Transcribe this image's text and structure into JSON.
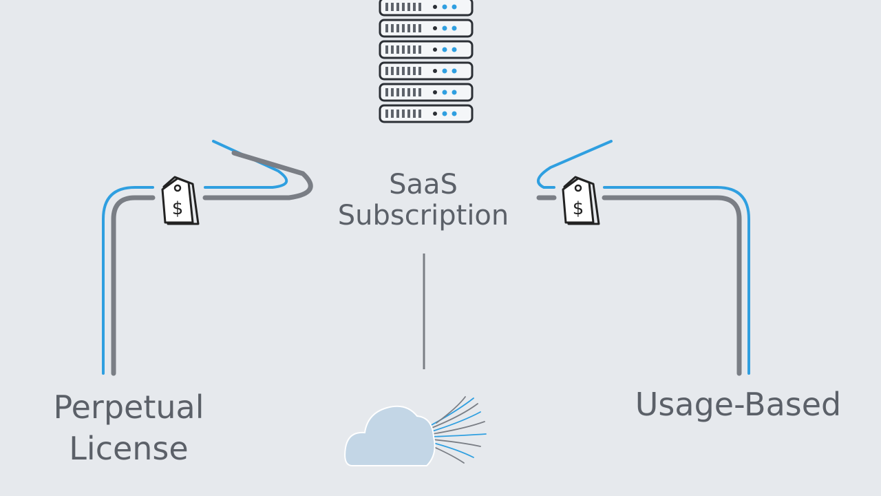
{
  "diagram": {
    "center": {
      "title_line1": "SaaS",
      "title_line2": "Subscription"
    },
    "left": {
      "title_line1": "Perpetual",
      "title_line2": "License"
    },
    "right": {
      "title": "Usage-Based"
    },
    "icons": {
      "server": "server-rack-icon",
      "cloud": "cloud-icon",
      "tag_left": "price-tag-icon",
      "tag_right": "price-tag-icon"
    },
    "colors": {
      "background": "#e6e9ed",
      "blue": "#2f9fe0",
      "gray": "#7a7e85",
      "cloud": "#c3d6e6",
      "text": "#5b6068"
    }
  }
}
